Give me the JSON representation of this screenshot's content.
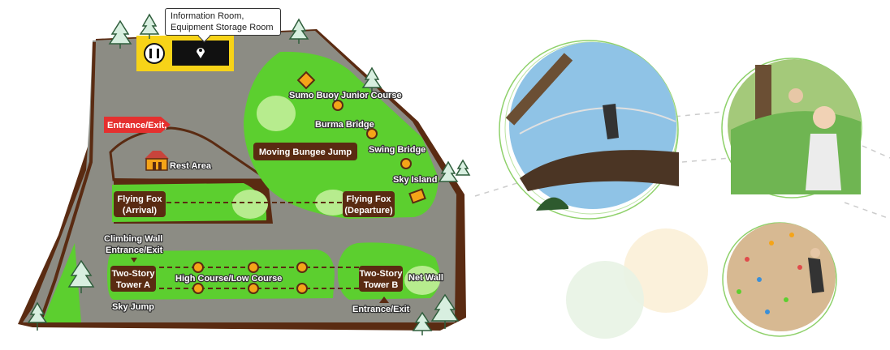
{
  "tooltip": {
    "line1": "Information Room,",
    "line2": "Equipment Storage Room"
  },
  "map": {
    "entrance_top": "Entrance/Exit,",
    "rest_area": "Rest Area",
    "moving_bungee": "Moving Bungee Jump",
    "sumo_buoy": "Sumo Buoy",
    "junior_course": "Junior Course",
    "burma_bridge": "Burma Bridge",
    "swing_bridge": "Swing Bridge",
    "sky_island": "Sky Island",
    "flying_fox_arrival_1": "Flying Fox",
    "flying_fox_arrival_2": "(Arrival)",
    "flying_fox_departure_1": "Flying Fox",
    "flying_fox_departure_2": "(Departure)",
    "climbing_wall_1": "Climbing Wall",
    "climbing_wall_2": "Entrance/Exit",
    "tower_a_1": "Two-Story",
    "tower_a_2": "Tower A",
    "tower_b_1": "Two-Story",
    "tower_b_2": "Tower B",
    "high_low_course": "High Course/Low Course",
    "net_wall": "Net Wall",
    "sky_jump": "Sky Jump",
    "entrance_bottom": "Entrance/Exit"
  },
  "icons": {
    "restroom": "restroom-icon",
    "location": "location-pin-icon",
    "house": "house-icon"
  },
  "colors": {
    "ground": "#8c8c84",
    "path_green": "#5ccf2f",
    "light_green": "#b7ec8e",
    "brown": "#5a2b12",
    "orange": "#f5a418",
    "yellow": "#f7d318",
    "red": "#e5302f"
  }
}
